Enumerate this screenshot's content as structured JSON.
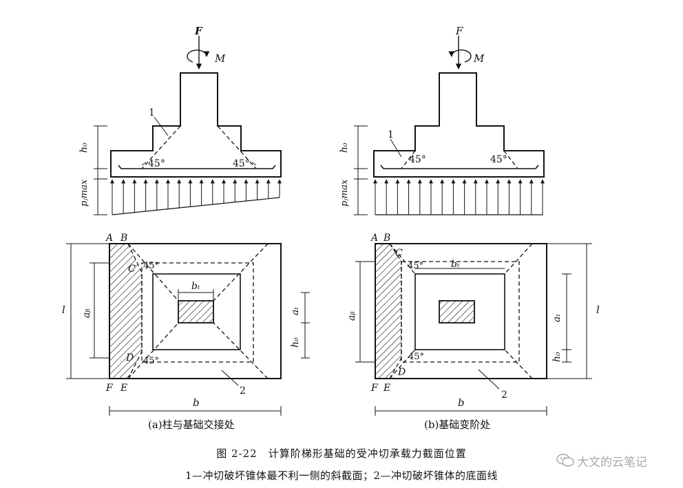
{
  "figure": {
    "title": "图 2-22　计算阶梯形基础的受冲切承载力截面位置",
    "legend": "1—冲切破坏锥体最不利一侧的斜截面；2—冲切破坏锥体的底面线"
  },
  "panel_a": {
    "caption": "(a)柱与基础交接处",
    "F": "F",
    "M": "M",
    "h0": "h₀",
    "pjmax": "pⱼmax",
    "callout1": "1",
    "callout2": "2",
    "angle": "45°",
    "A": "A",
    "B": "B",
    "C": "C",
    "D": "D",
    "E": "E",
    "Fpt": "F",
    "l": "l",
    "ab": "aᵦ",
    "bt": "bₜ",
    "at": "aₜ",
    "b": "b"
  },
  "panel_b": {
    "caption": "(b)基础变阶处",
    "F": "F",
    "M": "M",
    "h0": "h₀",
    "pjmax": "pⱼmax",
    "callout1": "1",
    "callout2": "2",
    "angle": "45°",
    "A": "A",
    "B": "B",
    "C": "C",
    "D": "D",
    "E": "E",
    "Fpt": "F",
    "l": "l",
    "ab": "aᵦ",
    "bt": "bₜ",
    "at": "aₜ",
    "b": "b"
  },
  "watermark": {
    "text": "大文的云笔记",
    "icon": "wechat-icon"
  }
}
